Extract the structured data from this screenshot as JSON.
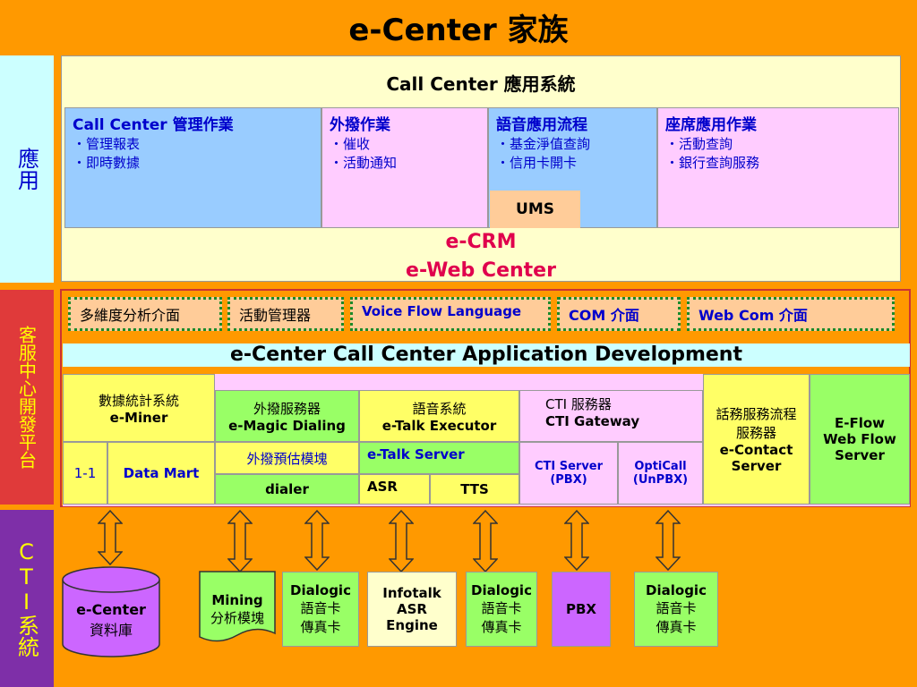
{
  "title": "e-Center 家族",
  "side_labels": {
    "app": "應用",
    "platform": "客服中心開發平台",
    "cti": "CTI系統"
  },
  "app_section": {
    "header": "Call Center 應用系統",
    "columns": [
      {
        "head": "Call Center 管理作業",
        "items": [
          "・管理報表",
          "・即時數據"
        ]
      },
      {
        "head": "外撥作業",
        "items": [
          "・催收",
          "・活動通知"
        ]
      },
      {
        "head": "語音應用流程",
        "items": [
          "・基金淨值查詢",
          "・信用卡開卡"
        ]
      },
      {
        "head": "座席應用作業",
        "items": [
          "・活動查詢",
          "・銀行查詢服務"
        ]
      }
    ],
    "ums": "UMS",
    "ecrm": "e-CRM",
    "eweb": "e-Web Center"
  },
  "platform": {
    "tools": [
      "多維度分析介面",
      "活動管理器",
      "Voice Flow Language",
      "COM 介面",
      "Web Com 介面"
    ],
    "title": "e-Center Call Center Application Development",
    "eminer": {
      "line1": "數據統計系統",
      "line2": "e-Miner"
    },
    "magic": {
      "line1": "外撥服務器",
      "line2": "e-Magic Dialing"
    },
    "talk_exec": {
      "line1": "語音系統",
      "line2": "e-Talk Executor"
    },
    "cti_gateway": {
      "line1": "CTI 服務器",
      "line2": "CTI Gateway"
    },
    "contact": {
      "line1": "話務服務流程",
      "line2": "服務器",
      "line3": "e-Contact",
      "line4": "Server"
    },
    "eflow": {
      "line1": "E-Flow",
      "line2": "Web Flow",
      "line3": "Server"
    },
    "one": "1-1",
    "datamart": "Data Mart",
    "predict": "外撥預估模塊",
    "talk_server": "e-Talk Server",
    "cti_server": {
      "line1": "CTI Server",
      "line2": "(PBX)"
    },
    "opticall": {
      "line1": "OptiCall",
      "line2": "(UnPBX)"
    },
    "dialer": "dialer",
    "asr": "ASR",
    "tts": "TTS"
  },
  "cti": {
    "db": {
      "line1": "e-Center",
      "line2": "資料庫"
    },
    "mining": {
      "line1": "Mining",
      "line2": "分析模塊"
    },
    "dialogic1": {
      "line1": "Dialogic",
      "line2": "語音卡",
      "line3": "傳真卡"
    },
    "infotalk": {
      "line1": "Infotalk",
      "line2": "ASR",
      "line3": "Engine"
    },
    "dialogic2": {
      "line1": "Dialogic",
      "line2": "語音卡",
      "line3": "傳真卡"
    },
    "pbx": "PBX",
    "dialogic3": {
      "line1": "Dialogic",
      "line2": "語音卡",
      "line3": "傳真卡"
    }
  },
  "colors": {
    "background": "#ff9900",
    "pale_yellow": "#ffffcc",
    "light_blue": "#99ccff",
    "pink": "#ffccff",
    "yellow": "#ffff66",
    "green": "#99ff66",
    "lavender": "#cc66ff",
    "red_side": "#e03a3a",
    "purple_side": "#7e2fa8"
  }
}
